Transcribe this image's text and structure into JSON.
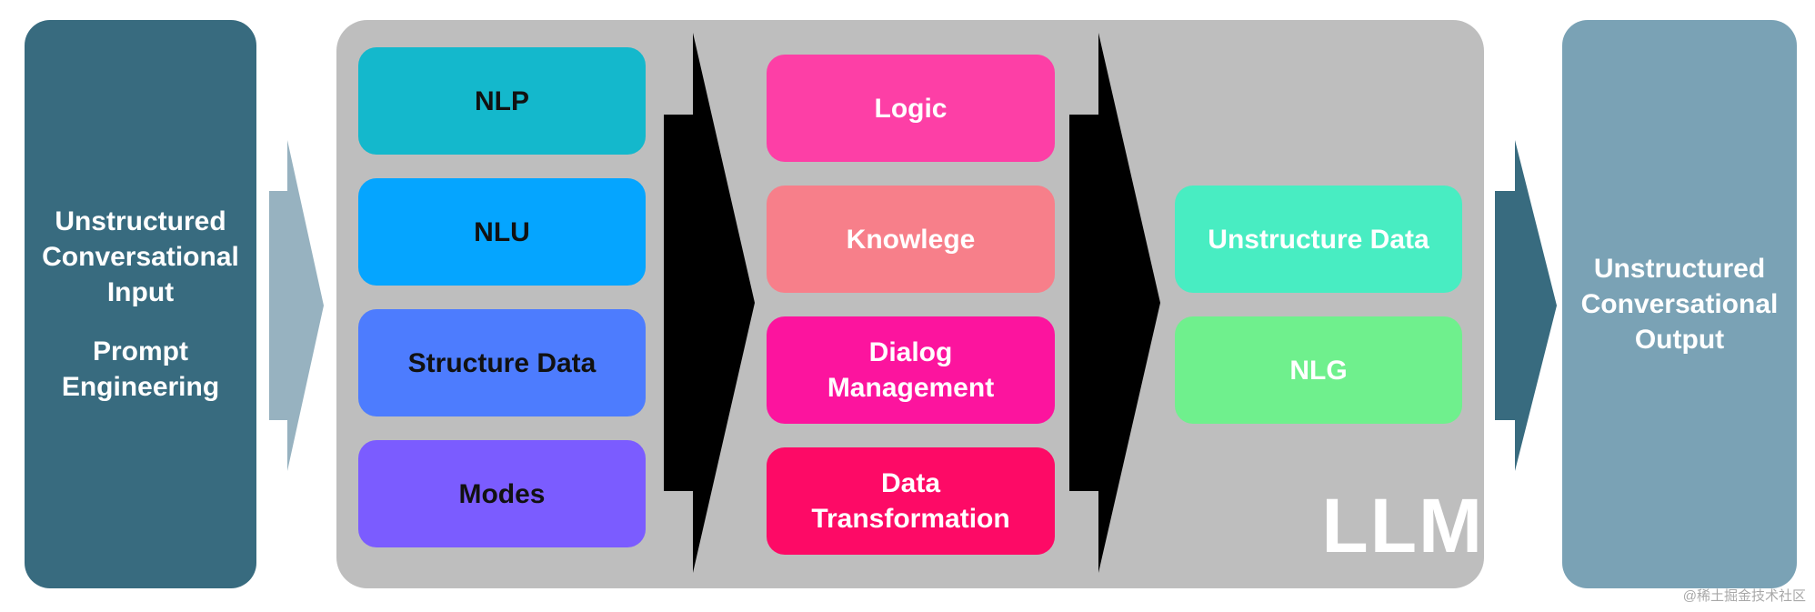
{
  "input_panel": {
    "title_lines": [
      "Unstructured",
      "Conversational",
      "Input"
    ],
    "subtitle_lines": [
      "Prompt",
      "Engineering"
    ]
  },
  "llm": {
    "label": "LLM",
    "column1": [
      {
        "label": "NLP",
        "color": "#14b8cc"
      },
      {
        "label": "NLU",
        "color": "#05a5ff"
      },
      {
        "label": "Structure Data",
        "color": "#4d7cfe"
      },
      {
        "label": "Modes",
        "color": "#7b5cff"
      }
    ],
    "column2": [
      {
        "label": "Logic",
        "color": "#fd3fa6"
      },
      {
        "label": "Knowlege",
        "color": "#f77f8a"
      },
      {
        "label": "Dialog Management",
        "lines": [
          "Dialog",
          "Management"
        ],
        "color": "#fc149e"
      },
      {
        "label": "Data Transformation",
        "lines": [
          "Data",
          "Transformation"
        ],
        "color": "#fd0a66"
      }
    ],
    "column3": [
      {
        "label": "Unstructure Data",
        "color": "#48edc2"
      },
      {
        "label": "NLG",
        "color": "#6ff08d"
      }
    ]
  },
  "output_panel": {
    "title_lines": [
      "Unstructured",
      "Conversational",
      "Output"
    ]
  },
  "colors": {
    "input_panel": "#386b7f",
    "output_panel": "#7aa2b5",
    "llm_container": "#bebebe",
    "input_arrow": "#97b2c0",
    "output_arrow": "#386b7f",
    "process_arrows": "#000000"
  },
  "watermark": "@稀土掘金技术社区"
}
